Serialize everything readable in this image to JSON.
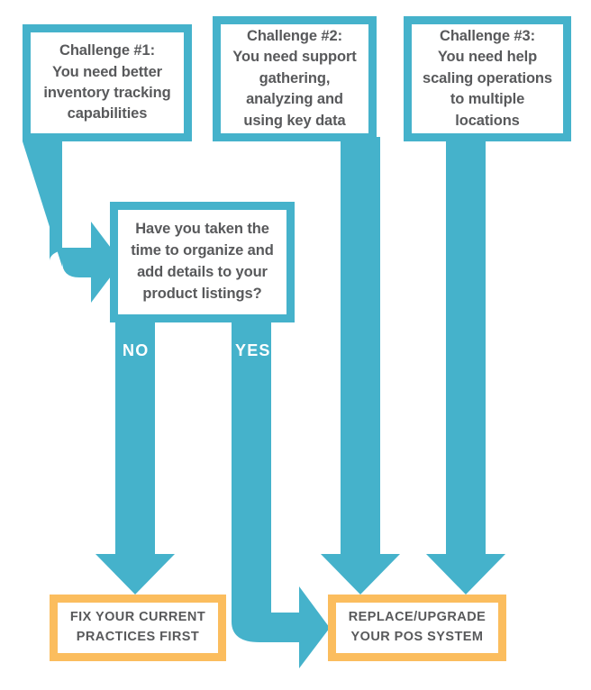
{
  "diagram": {
    "title": "POS decision flowchart",
    "colors": {
      "teal": "#45b2cb",
      "orange": "#fbbd5e",
      "text": "#58595b",
      "label_text": "#ffffff",
      "background": "#ffffff"
    }
  },
  "challenges": [
    {
      "id": "challenge-1",
      "text": "Challenge #1:\nYou need better\ninventory tracking\ncapabilities"
    },
    {
      "id": "challenge-2",
      "text": "Challenge #2:\nYou need support\ngathering,\nanalyzing and\nusing key data"
    },
    {
      "id": "challenge-3",
      "text": "Challenge #3:\nYou need help\nscaling operations\nto multiple\nlocations"
    }
  ],
  "decision": {
    "id": "decision-product-listings",
    "text": "Have you taken the\ntime to organize and\nadd details to your\nproduct listings?"
  },
  "branches": [
    {
      "id": "branch-no",
      "label": "NO"
    },
    {
      "id": "branch-yes",
      "label": "YES"
    }
  ],
  "outcomes": [
    {
      "id": "outcome-fix",
      "text": "FIX YOUR CURRENT\nPRACTICES FIRST"
    },
    {
      "id": "outcome-replace",
      "text": "REPLACE/UPGRADE\nYOUR POS SYSTEM"
    }
  ],
  "connectors": [
    {
      "id": "connector-challenge1-to-decision",
      "from": "challenge-1",
      "to": "decision-product-listings",
      "shape": "down-curve-right-arrow"
    },
    {
      "id": "connector-challenge2-to-replace",
      "from": "challenge-2",
      "to": "outcome-replace",
      "shape": "down-arrow"
    },
    {
      "id": "connector-challenge3-to-replace",
      "from": "challenge-3",
      "to": "outcome-replace",
      "shape": "down-arrow"
    },
    {
      "id": "connector-no-to-fix",
      "from": "decision-product-listings",
      "to": "outcome-fix",
      "shape": "down-arrow"
    },
    {
      "id": "connector-yes-to-replace",
      "from": "decision-product-listings",
      "to": "outcome-replace",
      "shape": "down-curve-right-arrow"
    }
  ]
}
